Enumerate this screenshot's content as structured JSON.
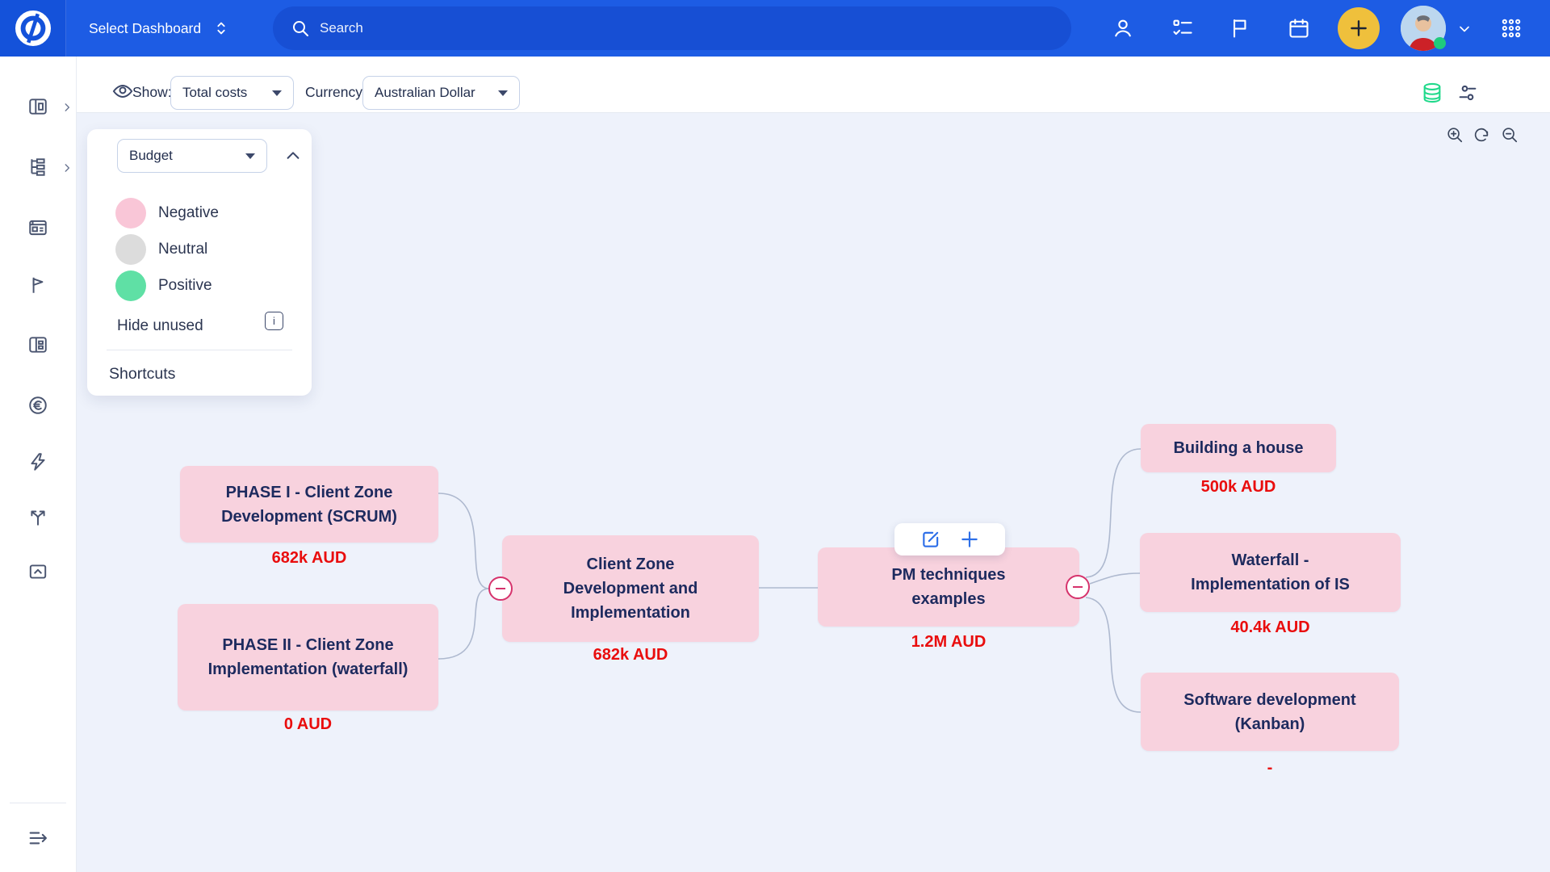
{
  "colors": {
    "topbar_blue": "#1d5ce4",
    "search_pill_blue": "#174fd4",
    "accent_blue": "#2e6fe8",
    "canvas_bg": "#eef2fb",
    "node_pink": "#f8d2de",
    "node_text_navy": "#1d2a5e",
    "value_red": "#e90d0d",
    "minus_crimson": "#d6336c",
    "add_button_yellow": "#efc03c",
    "database_green": "#21d98b",
    "save_button_bg": "#a9bef2",
    "connector_gray": "#aeb9cf"
  },
  "topbar": {
    "dashboard_selector_label": "Select Dashboard",
    "search_placeholder": "Search",
    "icon_names": [
      "profile-icon",
      "tasks-icon",
      "flag-icon",
      "calendar-icon",
      "add-plus-icon",
      "avatar",
      "chevron-down-icon",
      "apps-grid-icon"
    ]
  },
  "toolbar": {
    "show_label": "Show:",
    "show_value": "Total costs",
    "currency_label": "Currency:",
    "currency_value": "Australian Dollar",
    "icon_names": [
      "eye-icon",
      "database-icon",
      "filter-sliders-icon",
      "save-icon"
    ]
  },
  "canvas_controls": [
    "zoom-in-icon",
    "refresh-icon",
    "zoom-out-icon"
  ],
  "legend": {
    "selector_value": "Budget",
    "items": [
      {
        "label": "Negative",
        "color": "#f9c6d7"
      },
      {
        "label": "Neutral",
        "color": "#dcdcdc"
      },
      {
        "label": "Positive",
        "color": "#5fe0a5"
      }
    ],
    "hide_unused_label": "Hide unused",
    "info_glyph": "i",
    "shortcuts_label": "Shortcuts"
  },
  "map": {
    "nodes": [
      {
        "id": "phase1",
        "title": "PHASE I - Client Zone Development (SCRUM)",
        "value": "682k AUD"
      },
      {
        "id": "phase2",
        "title": "PHASE II - Client Zone Implementation (waterfall)",
        "value": "0 AUD"
      },
      {
        "id": "hub",
        "title": "Client Zone Development and Implementation",
        "value": "682k AUD"
      },
      {
        "id": "pm",
        "title": "PM techniques examples",
        "value": "1.2M AUD"
      },
      {
        "id": "building",
        "title": "Building a house",
        "value": "500k AUD"
      },
      {
        "id": "waterfall",
        "title": "Waterfall - Implementation of IS",
        "value": "40.4k AUD"
      },
      {
        "id": "software",
        "title": "Software development (Kanban)",
        "value": "-"
      }
    ]
  }
}
